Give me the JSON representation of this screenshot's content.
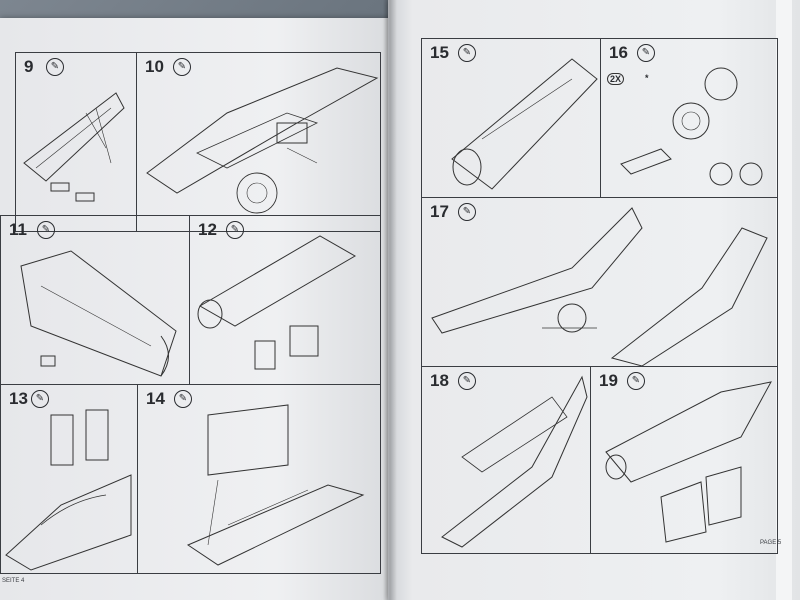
{
  "left_page": {
    "page_label": "SEITE 4",
    "steps": [
      {
        "number": "9"
      },
      {
        "number": "10"
      },
      {
        "number": "11"
      },
      {
        "number": "12"
      },
      {
        "number": "13"
      },
      {
        "number": "14"
      }
    ]
  },
  "right_page": {
    "page_label": "PAGE 5",
    "steps": [
      {
        "number": "15"
      },
      {
        "number": "16",
        "multiplier": "2X",
        "marker": "*"
      },
      {
        "number": "17"
      },
      {
        "number": "18"
      },
      {
        "number": "19"
      }
    ]
  },
  "icons": {
    "glue": "glue-brush-icon"
  }
}
